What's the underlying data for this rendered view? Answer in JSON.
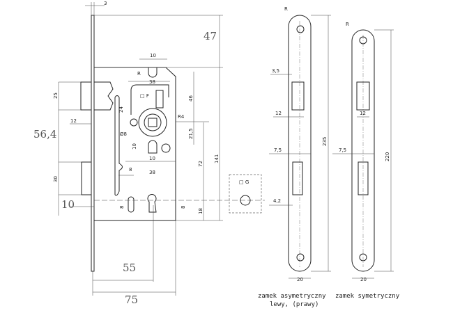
{
  "drawing": {
    "large_dims": {
      "d47": "47",
      "d56_4": "56,4",
      "d10": "10",
      "d55": "55",
      "d75": "75"
    },
    "small_dims": {
      "d3": "3",
      "d10_top": "10",
      "d38_top": "38",
      "d25": "25",
      "d46": "46",
      "d24": "24",
      "dF": "□ F",
      "dR4": "R4",
      "dR": "R",
      "d12": "12",
      "d8dia": "Ø8",
      "d21_5": "21,5",
      "d10_mid": "10",
      "d10_h": "10",
      "d72": "72",
      "d141": "141",
      "d30": "30",
      "d8a": "8",
      "d38_low": "38",
      "d8b": "8",
      "d8c": "8",
      "d18": "18",
      "dG": "□ G"
    },
    "plate_asym": {
      "d3_5": "3,5",
      "d12": "12",
      "d7_5": "7,5",
      "d4_2": "4,2",
      "d235": "235",
      "d20": "20",
      "dR": "R"
    },
    "plate_sym": {
      "d12": "12",
      "d7_5": "7,5",
      "d220": "220",
      "d20": "20",
      "dR": "R"
    },
    "captions": {
      "asym_line1": "zamek asymetryczny",
      "asym_line2": "lewy, (prawy)",
      "sym": "zamek symetryczny"
    }
  }
}
